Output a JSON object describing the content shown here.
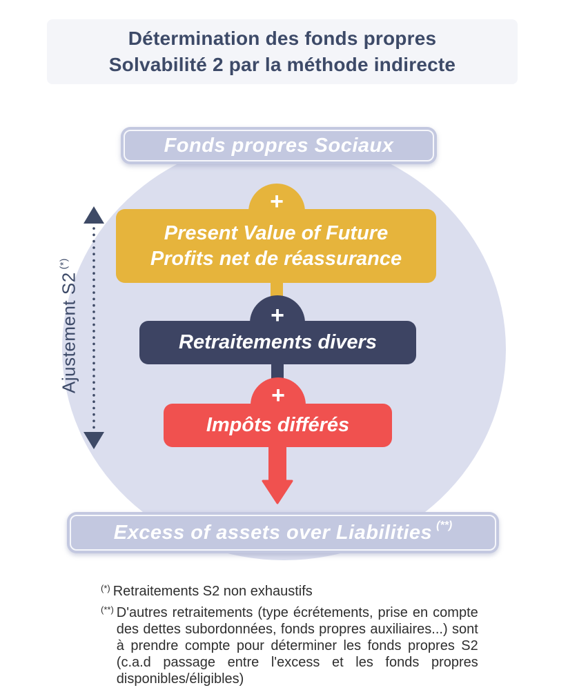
{
  "title": {
    "line1": "Détermination des fonds propres",
    "line2": "Solvabilité 2 par la méthode indirecte"
  },
  "diagram": {
    "top_pill": "Fonds propres Sociaux",
    "plus": "+",
    "boxes": [
      {
        "id": "pvfp",
        "line1": "Present Value of Future",
        "line2": "Profits net de réassurance",
        "color": "#e6b43c"
      },
      {
        "id": "retraitements-divers",
        "label": "Retraitements divers",
        "color": "#3d4463"
      },
      {
        "id": "impots-differes",
        "label": "Impôts différés",
        "color": "#f0514f"
      }
    ],
    "bottom_pill": {
      "text": "Excess of assets over Liabilities",
      "sup": "(**)"
    },
    "side_label": {
      "text": "Ajustement S2",
      "sup": "(*)"
    }
  },
  "footnotes": [
    {
      "marker": "(*)",
      "text": "Retraitements S2 non exhaustifs"
    },
    {
      "marker": "(**)",
      "text": "D'autres retraitements (type écrétements, prise en compte des dettes subordonnées, fonds propres auxiliaires...) sont à prendre compte pour déterminer les fonds propres S2 (c.a.d passage entre l'excess et les fonds propres disponibles/éligibles)"
    }
  ],
  "colors": {
    "title_bg": "#f4f5f9",
    "title_text": "#3d4a68",
    "lavender": "#c3c8e0",
    "circle": "#dbdeee",
    "yellow": "#e6b43c",
    "navy": "#3d4463",
    "red": "#f0514f",
    "arrow_navy": "#3e4a66",
    "footnote_text": "#2e2e2e",
    "white": "#ffffff"
  }
}
